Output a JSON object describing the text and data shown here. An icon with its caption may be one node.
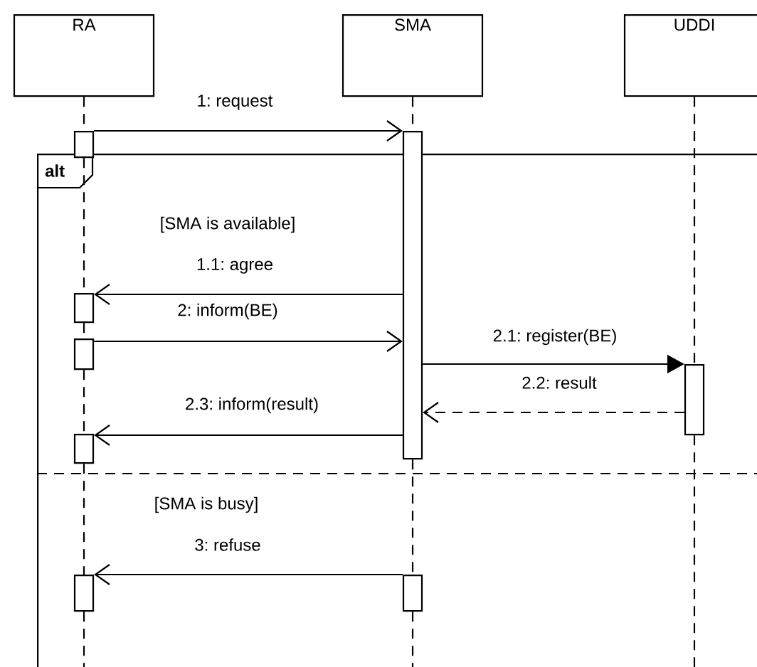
{
  "diagram": {
    "nodes": [
      {
        "text": [
          "RA"
        ]
      },
      {
        "text": [
          "SMA"
        ]
      },
      {
        "text": [
          "UDDI"
        ]
      },
      {
        "text": [
          "alt"
        ]
      },
      {
        "text": [],
        "shape": "bar"
      },
      {
        "text": [],
        "shape": "bar"
      },
      {
        "text": [],
        "shape": "bar",
        "in": 3
      },
      {
        "text": [],
        "shape": "bar",
        "in": 3
      },
      {
        "text": [],
        "shape": "bar",
        "in": 3
      },
      {
        "text": [],
        "shape": "bar",
        "in": 3
      },
      {
        "text": [],
        "shape": "bar",
        "in": 3
      },
      {
        "text": [],
        "shape": "bar",
        "in": 3
      }
    ],
    "edges": [
      {
        "from": 4,
        "to": 5,
        "arrow": "to",
        "label": "1: request"
      },
      {
        "from": 5,
        "to": 6,
        "arrow": "to",
        "label": "1.1: agree"
      },
      {
        "from": 7,
        "to": 5,
        "arrow": "to",
        "label": "2: inform(BE)"
      },
      {
        "from": 5,
        "to": 8,
        "arrow": "to",
        "label": "2.1: register(BE)"
      },
      {
        "from": 8,
        "to": 5,
        "arrow": "to",
        "label": "2.2: result",
        "style": "dashed"
      },
      {
        "from": 5,
        "to": 9,
        "arrow": "to",
        "label": "2.3: inform(result)"
      },
      {
        "from": 11,
        "to": 10,
        "arrow": "to",
        "label": "3: refuse"
      },
      {
        "from": 0,
        "to": 4,
        "arrow": "none",
        "style": "dashed"
      },
      {
        "from": 4,
        "to": 6,
        "arrow": "none",
        "style": "dashed"
      },
      {
        "from": 6,
        "to": 7,
        "arrow": "none",
        "style": "dashed"
      },
      {
        "from": 7,
        "to": 9,
        "arrow": "none",
        "style": "dashed"
      },
      {
        "from": 9,
        "to": 10,
        "arrow": "none",
        "style": "dashed"
      },
      {
        "from": 10,
        "to": null,
        "arrow": "none",
        "style": "dashed"
      },
      {
        "from": 1,
        "to": 5,
        "arrow": "none",
        "style": "dashed"
      },
      {
        "from": 5,
        "to": 11,
        "arrow": "none",
        "style": "dashed"
      },
      {
        "from": 11,
        "to": null,
        "arrow": "none",
        "style": "dashed"
      },
      {
        "from": 2,
        "to": 8,
        "arrow": "none",
        "style": "dashed"
      },
      {
        "from": 8,
        "to": null,
        "arrow": "none",
        "style": "dashed"
      }
    ],
    "labels": [
      "[SMA is available]",
      "[SMA is busy]"
    ]
  }
}
